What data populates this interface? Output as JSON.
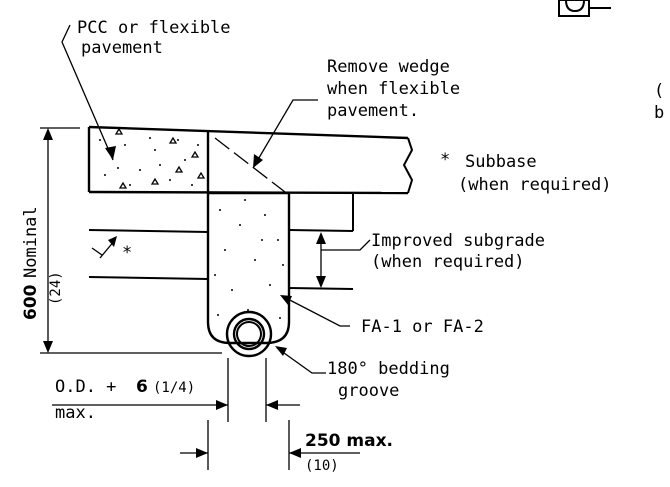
{
  "labels": {
    "pavement_line1": "PCC or flexible",
    "pavement_line2": "pavement",
    "wedge_line1": "Remove wedge",
    "wedge_line2": "when flexible",
    "wedge_line3": "pavement.",
    "subbase_star": "*",
    "subbase_line1": "Subbase",
    "subbase_line2": "(when required)",
    "left_star": "*",
    "subgrade_line1": "Improved subgrade",
    "subgrade_line2": "(when required)",
    "nominal_value": "600",
    "nominal_text": "Nominal",
    "nominal_inches": "(24)",
    "fa_label": "FA-1 or FA-2",
    "bedding_line1": "180° bedding",
    "bedding_line2": "groove",
    "od_prefix": "O.D. +",
    "od_value": "6",
    "od_fraction": "(1/4)",
    "od_max": "max.",
    "width_value": "250 max.",
    "width_inches": "(10)",
    "clip_paren": "(",
    "clip_b": "b"
  }
}
